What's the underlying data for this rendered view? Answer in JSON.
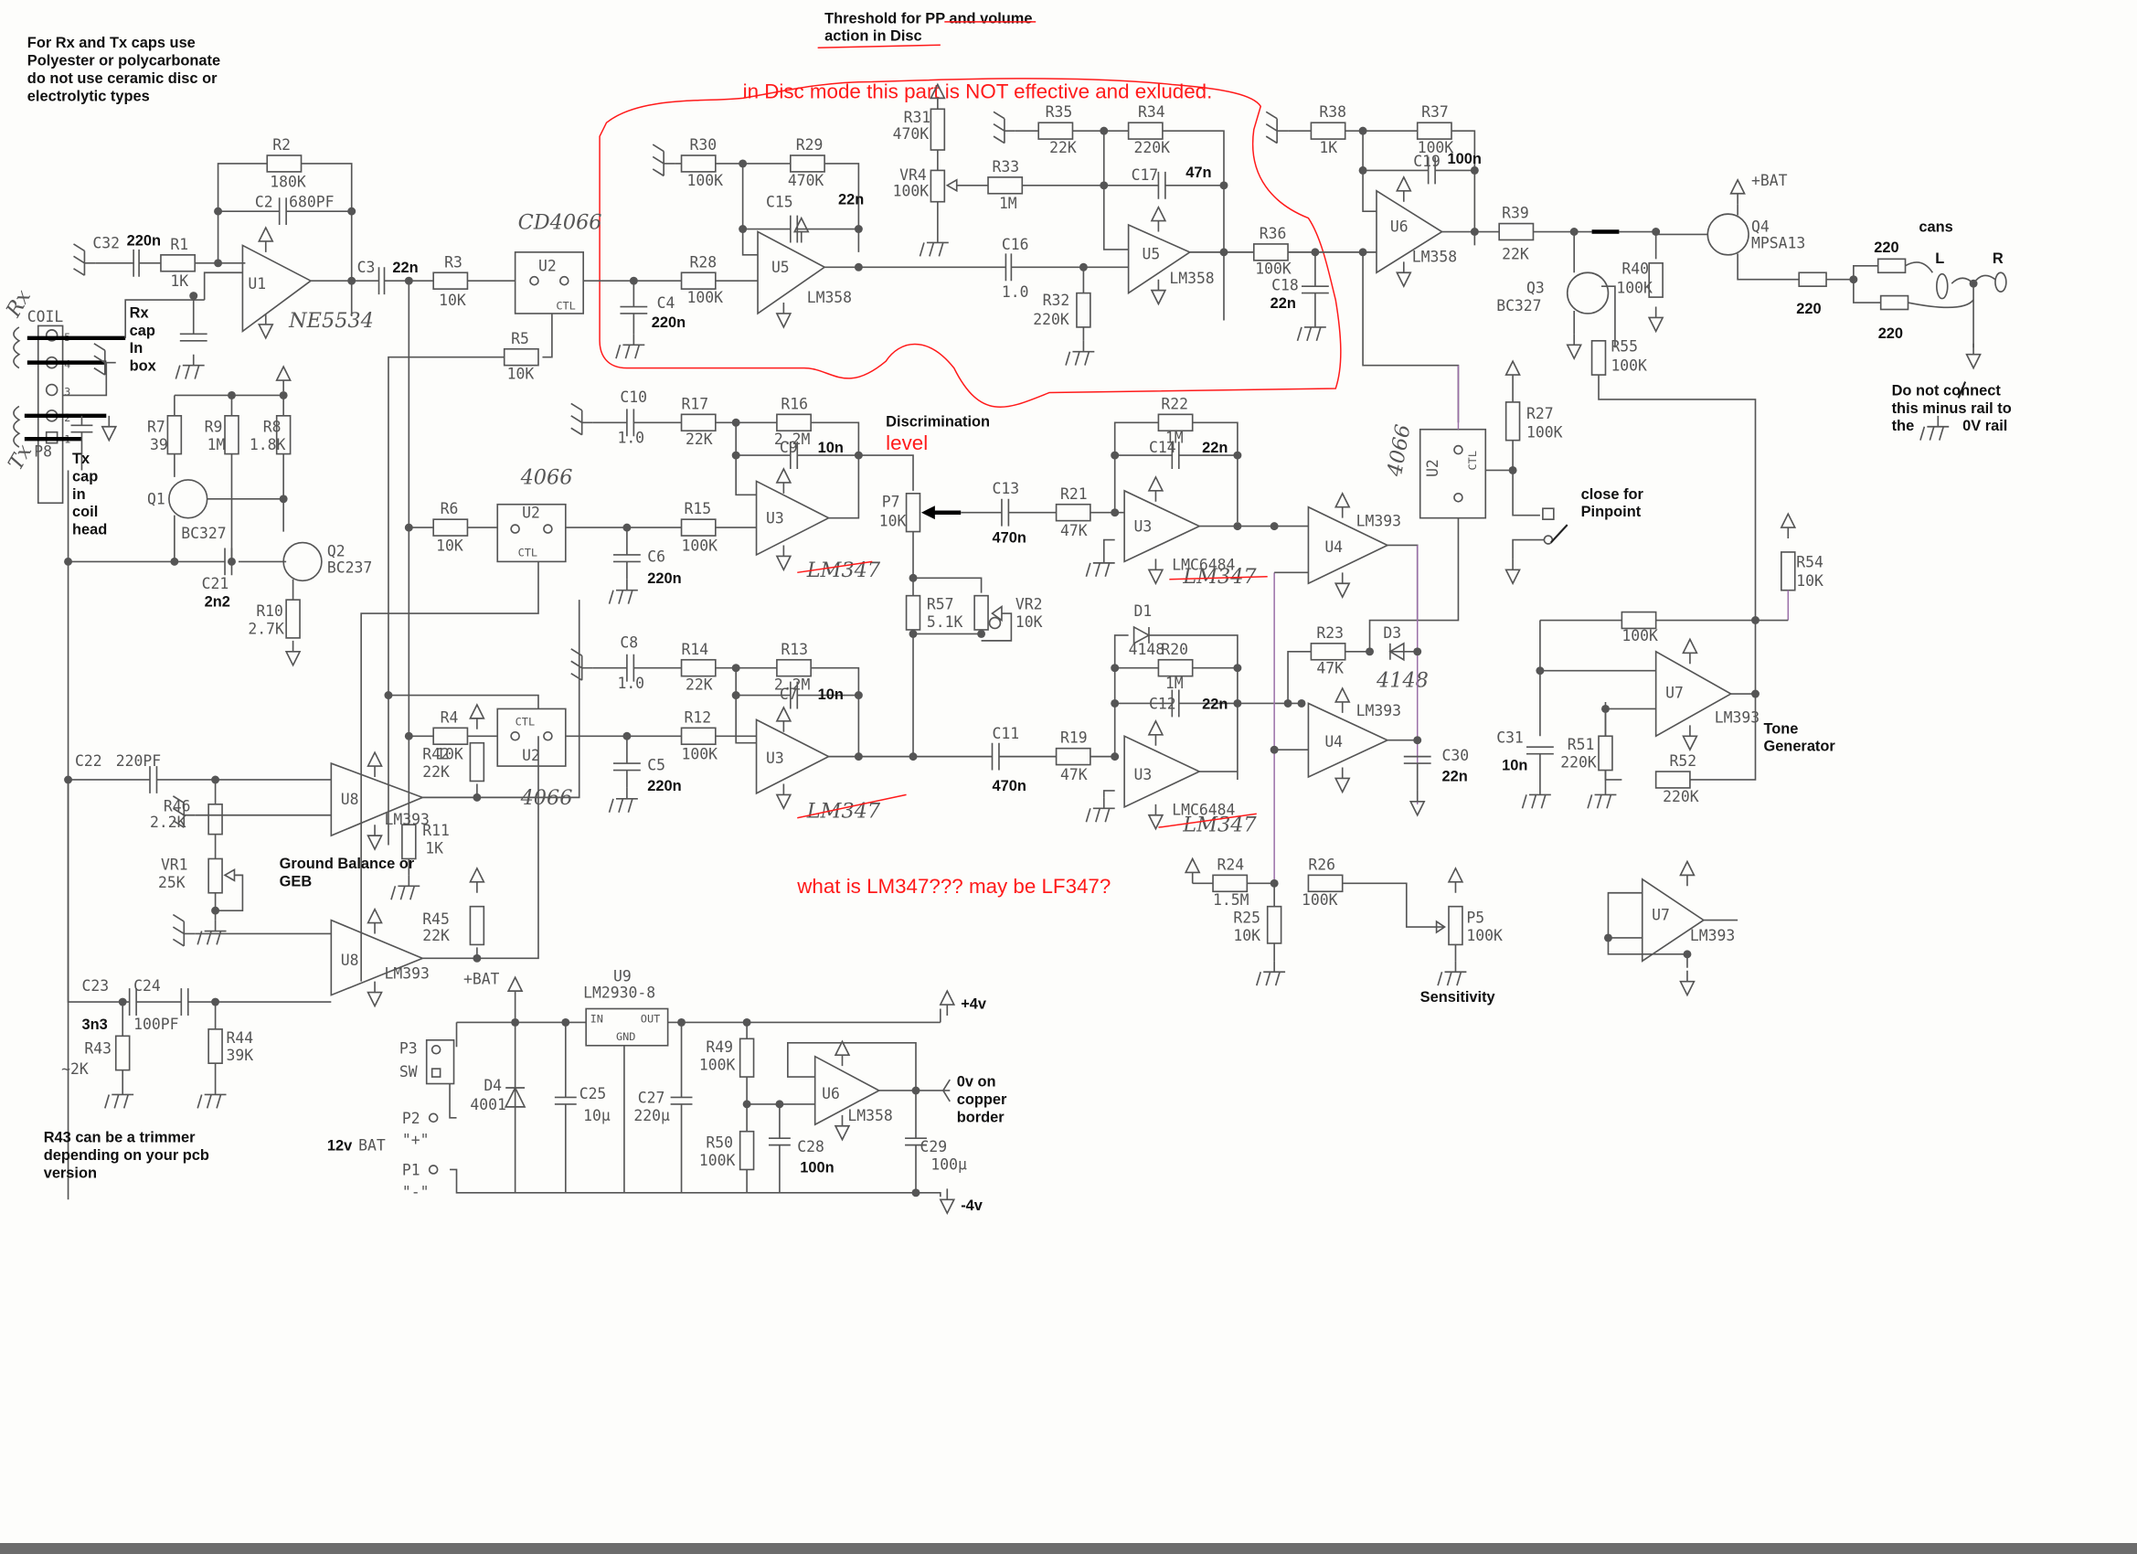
{
  "notes": {
    "caps_note": [
      "For Rx and Tx caps use",
      "Polyester or polycarbonate",
      "do not use ceramic disc or",
      "electrolytic types"
    ],
    "threshold_note": [
      "Threshold for PP and volume",
      "action in Disc"
    ],
    "disc_mode_warning": "in Disc mode this part is NOT effective and exluded.",
    "rx_cap": [
      "Rx",
      "cap",
      "In",
      "box"
    ],
    "tx_cap": [
      "Tx",
      "cap",
      "in",
      "coil",
      "head"
    ],
    "ground_balance": [
      "Ground Balance or",
      "GEB"
    ],
    "discrimination": "Discrimination",
    "discrimination_level": "level",
    "lm347_question": "what is LM347??? may be LF347?",
    "close_pinpoint": [
      "close for",
      "Pinpoint"
    ],
    "tone_generator": [
      "Tone",
      "Generator"
    ],
    "sensitivity": "Sensitivity",
    "cans": "cans",
    "cans_L": "L",
    "cans_R": "R",
    "minus_rail": [
      "Do not connect",
      "this minus rail to",
      "the",
      "0V  rail"
    ],
    "r43_note": [
      "R43 can be a trimmer",
      "depending on your pcb",
      "version"
    ],
    "zero_v_note": [
      "0v on",
      "copper",
      "border"
    ],
    "bat_12v": "12v",
    "bat_label": "BAT",
    "plus_4v": "+4v",
    "minus_4v": "-4v",
    "plus_bat": "+BAT",
    "coil": "COIL",
    "rx_hand": "Rx",
    "tx_hand": "Tx",
    "p8": "P8"
  },
  "handwritten": {
    "cd4066": "CD4066",
    "ne5534": "NE5534",
    "u2a_4066": "4066",
    "u2b_4066": "4066",
    "u2c_4066": "4066",
    "lm347_a": "LM347",
    "lm347_b": "LM347",
    "lm347_c": "LM347",
    "lm347_d": "LM347",
    "d3_4148": "4148"
  },
  "components": {
    "R1": {
      "ref": "R1",
      "value": "1K"
    },
    "R2": {
      "ref": "R2",
      "value": "180K"
    },
    "R3": {
      "ref": "R3",
      "value": "10K"
    },
    "R4": {
      "ref": "R4",
      "value": "10K"
    },
    "R5": {
      "ref": "R5",
      "value": "10K"
    },
    "R6": {
      "ref": "R6",
      "value": "10K"
    },
    "R7": {
      "ref": "R7",
      "value": "39"
    },
    "R8": {
      "ref": "R8",
      "value": "1.8K"
    },
    "R9": {
      "ref": "R9",
      "value": "1M"
    },
    "R10": {
      "ref": "R10",
      "value": "2.7K"
    },
    "R11": {
      "ref": "R11",
      "value": "1K"
    },
    "R12": {
      "ref": "R12",
      "value": "100K"
    },
    "R13": {
      "ref": "R13",
      "value": "2.2M"
    },
    "R14": {
      "ref": "R14",
      "value": "22K"
    },
    "R15": {
      "ref": "R15",
      "value": "100K"
    },
    "R16": {
      "ref": "R16",
      "value": "2.2M"
    },
    "R17": {
      "ref": "R17",
      "value": "22K"
    },
    "R19": {
      "ref": "R19",
      "value": "47K"
    },
    "R20": {
      "ref": "R20",
      "value": "1M"
    },
    "R21": {
      "ref": "R21",
      "value": "47K"
    },
    "R22": {
      "ref": "R22",
      "value": "1M"
    },
    "R23": {
      "ref": "R23",
      "value": "47K"
    },
    "R24": {
      "ref": "R24",
      "value": "1.5M"
    },
    "R25": {
      "ref": "R25",
      "value": "10K"
    },
    "R26": {
      "ref": "R26",
      "value": "100K"
    },
    "R27": {
      "ref": "R27",
      "value": "100K"
    },
    "R28": {
      "ref": "R28",
      "value": "100K"
    },
    "R29": {
      "ref": "R29",
      "value": "470K"
    },
    "R30": {
      "ref": "R30",
      "value": "100K"
    },
    "R31": {
      "ref": "R31",
      "value": "470K"
    },
    "R32": {
      "ref": "R32",
      "value": "220K"
    },
    "R33": {
      "ref": "R33",
      "value": "1M"
    },
    "R34": {
      "ref": "R34",
      "value": "220K"
    },
    "R35": {
      "ref": "R35",
      "value": "22K"
    },
    "R36": {
      "ref": "R36",
      "value": "100K"
    },
    "R37": {
      "ref": "R37",
      "value": "100K"
    },
    "R38": {
      "ref": "R38",
      "value": "1K"
    },
    "R39": {
      "ref": "R39",
      "value": "22K"
    },
    "R40": {
      "ref": "R40",
      "value": "100K"
    },
    "R42": {
      "ref": "R42",
      "value": "22K"
    },
    "R43": {
      "ref": "R43",
      "value": "~2K"
    },
    "R44": {
      "ref": "R44",
      "value": "39K"
    },
    "R45": {
      "ref": "R45",
      "value": "22K"
    },
    "R46": {
      "ref": "R46",
      "value": "2.2K"
    },
    "R49": {
      "ref": "R49",
      "value": "100K"
    },
    "R50": {
      "ref": "R50",
      "value": "100K"
    },
    "R51": {
      "ref": "R51",
      "value": "220K"
    },
    "R52": {
      "ref": "R52",
      "value": "220K"
    },
    "R54": {
      "ref": "R54",
      "value": "10K"
    },
    "R55": {
      "ref": "R55",
      "value": "100K"
    },
    "R57": {
      "ref": "R57",
      "value": "5.1K"
    },
    "R100K_tone": {
      "ref": "",
      "value": "100K"
    },
    "C2": {
      "ref": "C2",
      "value": "680PF"
    },
    "C3": {
      "ref": "C3",
      "value": "22n"
    },
    "C4": {
      "ref": "C4",
      "value": "220n"
    },
    "C5": {
      "ref": "C5",
      "value": "220n"
    },
    "C6": {
      "ref": "C6",
      "value": "220n"
    },
    "C7": {
      "ref": "C7",
      "value": "10n"
    },
    "C8": {
      "ref": "C8",
      "value": "1.0"
    },
    "C9": {
      "ref": "C9",
      "value": "10n"
    },
    "C10": {
      "ref": "C10",
      "value": "1.0"
    },
    "C11": {
      "ref": "C11",
      "value": "470n"
    },
    "C12": {
      "ref": "C12",
      "value": "22n"
    },
    "C13": {
      "ref": "C13",
      "value": "470n"
    },
    "C14": {
      "ref": "C14",
      "value": "22n"
    },
    "C15": {
      "ref": "C15",
      "value": "22n"
    },
    "C16": {
      "ref": "C16",
      "value": "1.0"
    },
    "C17": {
      "ref": "C17",
      "value": "47n"
    },
    "C18": {
      "ref": "C18",
      "value": "22n"
    },
    "C19": {
      "ref": "C19",
      "value": "100n"
    },
    "C21": {
      "ref": "C21",
      "value": "2n2"
    },
    "C22": {
      "ref": "C22",
      "value": "220PF"
    },
    "C23": {
      "ref": "C23",
      "value": "3n3"
    },
    "C24": {
      "ref": "C24",
      "value": "100PF"
    },
    "C25": {
      "ref": "C25",
      "value": "10µ"
    },
    "C27": {
      "ref": "C27",
      "value": "220µ"
    },
    "C28": {
      "ref": "C28",
      "value": "100n"
    },
    "C29": {
      "ref": "C29",
      "value": "100µ"
    },
    "C30": {
      "ref": "C30",
      "value": "22n"
    },
    "C31": {
      "ref": "C31",
      "value": "10n"
    },
    "C32": {
      "ref": "C32",
      "value": "220n"
    },
    "VR1": {
      "ref": "VR1",
      "value": "25K"
    },
    "VR2": {
      "ref": "VR2",
      "value": "10K"
    },
    "VR4": {
      "ref": "VR4",
      "value": "100K"
    },
    "P5": {
      "ref": "P5",
      "value": "100K"
    },
    "P7": {
      "ref": "P7",
      "value": "10K"
    },
    "Q1": {
      "ref": "Q1",
      "value": "BC327"
    },
    "Q2": {
      "ref": "Q2",
      "value": "BC237"
    },
    "Q3": {
      "ref": "Q3",
      "value": "BC327"
    },
    "Q4": {
      "ref": "Q4",
      "value": "MPSA13"
    },
    "D1": {
      "ref": "D1",
      "value": "4148"
    },
    "D3": {
      "ref": "D3",
      "value": ""
    },
    "D4": {
      "ref": "D4",
      "value": "4001"
    },
    "U9": {
      "ref": "U9",
      "value": "LM2930-8"
    },
    "P1": {
      "ref": "P1",
      "value": "\"-\""
    },
    "P2": {
      "ref": "P2",
      "value": "\"+\""
    },
    "P3": {
      "ref": "P3",
      "value": "SW"
    },
    "cans_r1": {
      "ref": "",
      "value": "220"
    },
    "cans_r2": {
      "ref": "",
      "value": "220"
    },
    "cans_r3": {
      "ref": "",
      "value": "220"
    }
  },
  "ics": {
    "U1": {
      "ref": "U1",
      "part": ""
    },
    "U5a": {
      "ref": "U5",
      "part": "LM358"
    },
    "U5b": {
      "ref": "U5",
      "part": "LM358"
    },
    "U6a": {
      "ref": "U6",
      "part": "LM358"
    },
    "U6b": {
      "ref": "U6",
      "part": "LM358"
    },
    "U3a": {
      "ref": "U3",
      "part": ""
    },
    "U3b": {
      "ref": "U3",
      "part": ""
    },
    "U3c": {
      "ref": "U3",
      "part": "LMC6484"
    },
    "U3d": {
      "ref": "U3",
      "part": "LMC6484"
    },
    "U4a": {
      "ref": "U4",
      "part": "LM393"
    },
    "U4b": {
      "ref": "U4",
      "part": "LM393"
    },
    "U7a": {
      "ref": "U7",
      "part": "LM393"
    },
    "U7b": {
      "ref": "U7",
      "part": "LM393"
    },
    "U8a": {
      "ref": "U8",
      "part": "LM393"
    },
    "U8b": {
      "ref": "U8",
      "part": "LM393"
    },
    "U2": {
      "ref": "U2",
      "ctl": "CTL"
    }
  },
  "colors": {
    "annotation_red": "#ff1a1a",
    "ink": "#555555",
    "paper": "#fdfdfb"
  }
}
